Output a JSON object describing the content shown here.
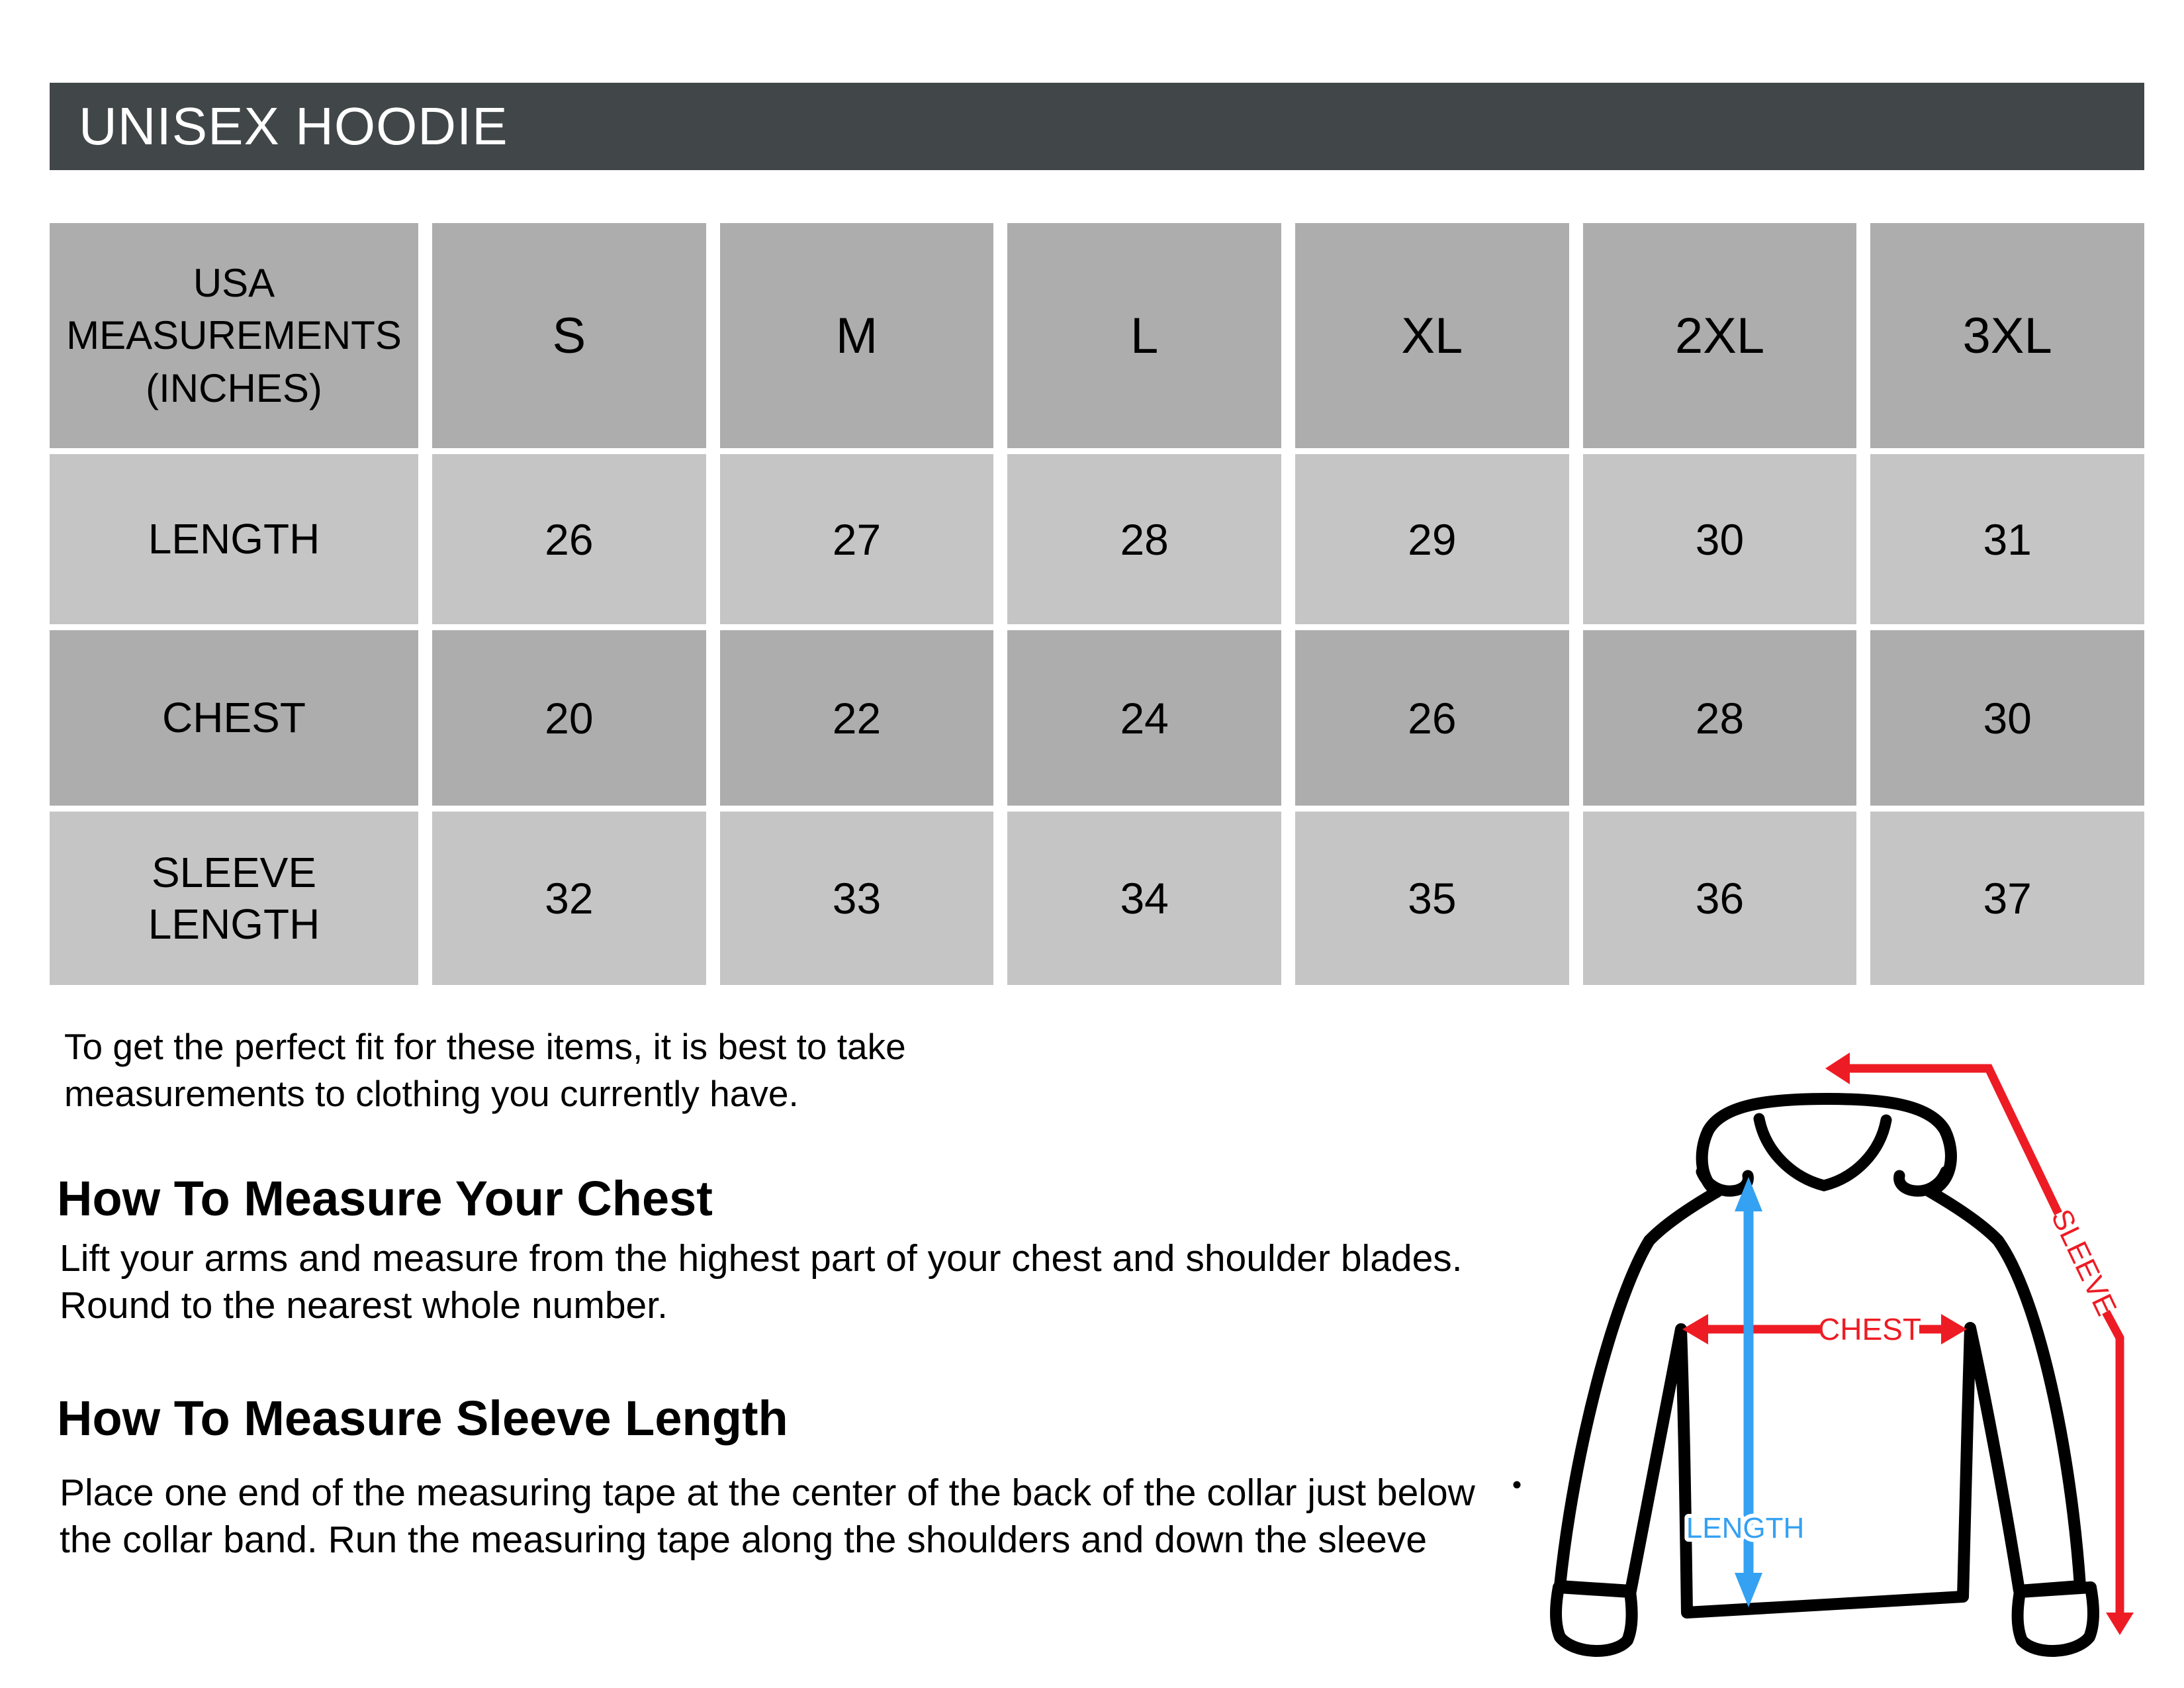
{
  "title": "UNISEX HOODIE",
  "table": {
    "corner_header": "USA\nMEASUREMENTS\n(INCHES)",
    "sizes": [
      "S",
      "M",
      "L",
      "XL",
      "2XL",
      "3XL"
    ],
    "rows": [
      {
        "label": "LENGTH",
        "values": [
          26,
          27,
          28,
          29,
          30,
          31
        ]
      },
      {
        "label": "CHEST",
        "values": [
          20,
          22,
          24,
          26,
          28,
          30
        ]
      },
      {
        "label": "SLEEVE\nLENGTH",
        "values": [
          32,
          33,
          34,
          35,
          36,
          37
        ]
      }
    ]
  },
  "note": "To get the perfect fit for these items, it is best to take\nmeasurements to clothing you currently have.",
  "sections": [
    {
      "heading": "How To Measure Your Chest",
      "body": "Lift your arms and measure from the highest part of your chest and shoulder blades.\nRound to the nearest whole number."
    },
    {
      "heading": "How To Measure Sleeve Length",
      "body": "Place one end of the measuring tape at the center of the back of the collar just below\nthe collar band. Run the measuring tape along the shoulders and down the sleeve"
    }
  ],
  "diagram": {
    "labels": {
      "sleeve": "SLEEVE",
      "chest": "CHEST",
      "length": "LENGTH"
    },
    "colors": {
      "arrow_red": "#ED1C24",
      "arrow_blue": "#35A1F2",
      "outline": "#000000"
    }
  },
  "colors": {
    "title_bar_bg": "#414748",
    "title_text": "#FFFFFF",
    "header_cell_bg": "#ADADAD",
    "data_cell_bg": "#C5C5C5",
    "page_bg": "#FFFFFF"
  }
}
